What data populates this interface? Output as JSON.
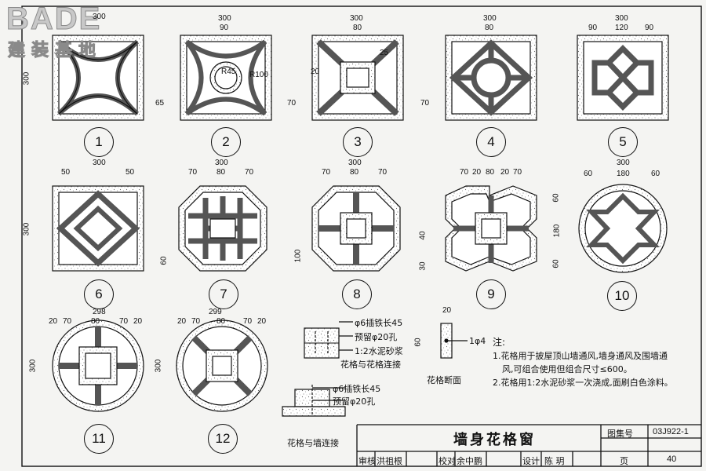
{
  "logo": {
    "brand": "BADE",
    "subtitle": "建装基地"
  },
  "patterns": [
    {
      "id": "1",
      "top": "300",
      "left": "300",
      "extra": []
    },
    {
      "id": "2",
      "top": "300",
      "top2": "90",
      "left": "65",
      "r1": "R45",
      "r2": "R100"
    },
    {
      "id": "3",
      "top": "300",
      "top2": "80",
      "left": "70",
      "a": "20",
      "b": "25"
    },
    {
      "id": "4",
      "top": "300",
      "top2": "80",
      "left": "70"
    },
    {
      "id": "5",
      "top": "300",
      "t1": "90",
      "t2": "120",
      "t3": "90"
    },
    {
      "id": "6",
      "top": "300",
      "t1": "50",
      "t2": "50",
      "left": "300"
    },
    {
      "id": "7",
      "top": "300",
      "t1": "70",
      "t2": "80",
      "t3": "70",
      "left": "60"
    },
    {
      "id": "8",
      "top": "300",
      "t1": "70",
      "t2": "80",
      "t3": "70",
      "left": "100"
    },
    {
      "id": "9",
      "t1": "70",
      "t2": "20",
      "t3": "80",
      "t4": "20",
      "t5": "70",
      "l1": "40",
      "l2": "30"
    },
    {
      "id": "10",
      "top": "300",
      "t1": "60",
      "t2": "180",
      "t3": "60",
      "l1": "60",
      "l2": "180",
      "l3": "60"
    },
    {
      "id": "11",
      "top": "298",
      "t1": "20",
      "t2": "70",
      "t3": "80",
      "t4": "70",
      "t5": "20",
      "left": "300"
    },
    {
      "id": "12",
      "top": "299",
      "t1": "20",
      "t2": "70",
      "t3": "80",
      "t4": "70",
      "t5": "20",
      "left": "300"
    }
  ],
  "connections": {
    "a_label1": "φ6插铁长45",
    "a_label2": "预留φ20孔",
    "a_label3": "1:2水泥砂浆",
    "a_caption": "花格与花格连接",
    "b_label1": "φ6插铁长45",
    "b_label2": "预留φ20孔",
    "b_caption": "花格与墙连接",
    "sec_w": "20",
    "sec_h": "60",
    "sec_bar": "1φ4",
    "sec_caption": "花格断面"
  },
  "notes": {
    "title": "注:",
    "line1": "1.花格用于披屋顶山墙通风,墙身通风及围墙通",
    "line2": "风,可组合使用但组合尺寸≤600。",
    "line3": "2.花格用1:2水泥砂浆一次浇成,面刷白色涂料。"
  },
  "titleblock": {
    "title": "墙身花格窗",
    "atlas_label": "图集号",
    "atlas_no": "03J922-1",
    "review_label": "审核",
    "review_name": "洪祖根",
    "check_label": "校对",
    "check_name": "余中鹏",
    "design_label": "设计",
    "design_name": "陈 玥",
    "page_label": "页",
    "page_no": "40"
  }
}
